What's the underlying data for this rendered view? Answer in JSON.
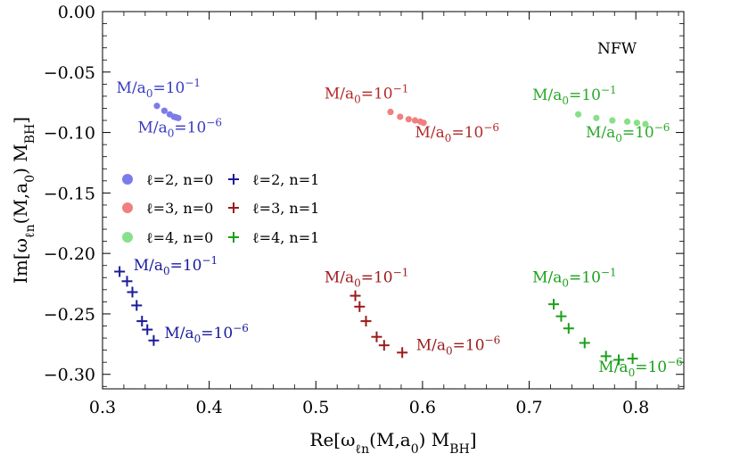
{
  "chart_data": {
    "type": "scatter",
    "title": "",
    "xlabel": "Re[ωℓn(M,a0) MBH]",
    "ylabel": "Im[ωℓn(M,a0) MBH]",
    "xlim": [
      0.3,
      0.845
    ],
    "ylim": [
      -0.312,
      0.0
    ],
    "x_ticks": [
      0.3,
      0.4,
      0.5,
      0.6,
      0.7,
      0.8
    ],
    "x_tick_labels": [
      "0.3",
      "0.4",
      "0.5",
      "0.6",
      "0.7",
      "0.8"
    ],
    "y_ticks": [
      0.0,
      -0.05,
      -0.1,
      -0.15,
      -0.2,
      -0.25,
      -0.3
    ],
    "y_tick_labels": [
      "0.00",
      "−0.05",
      "−0.10",
      "−0.15",
      "−0.20",
      "−0.25",
      "−0.30"
    ],
    "grid": false,
    "legend_position": "center-left",
    "profile_label": "NFW",
    "series": [
      {
        "name": "ℓ=2, n=0",
        "marker": "circle",
        "color": "#7b7bea",
        "x": [
          0.351,
          0.358,
          0.363,
          0.367,
          0.369,
          0.371
        ],
        "y": [
          -0.078,
          -0.082,
          -0.085,
          -0.087,
          -0.0875,
          -0.088
        ]
      },
      {
        "name": "ℓ=2, n=1",
        "marker": "plus",
        "color": "#1a1a9a",
        "x": [
          0.316,
          0.323,
          0.328,
          0.332,
          0.337,
          0.342,
          0.348
        ],
        "y": [
          -0.215,
          -0.223,
          -0.232,
          -0.243,
          -0.256,
          -0.263,
          -0.272
        ]
      },
      {
        "name": "ℓ=3, n=0",
        "marker": "circle",
        "color": "#f08080",
        "x": [
          0.57,
          0.579,
          0.587,
          0.593,
          0.598,
          0.601
        ],
        "y": [
          -0.083,
          -0.087,
          -0.089,
          -0.09,
          -0.091,
          -0.092
        ]
      },
      {
        "name": "ℓ=3, n=1",
        "marker": "plus",
        "color": "#9a1a1a",
        "x": [
          0.537,
          0.541,
          0.547,
          0.557,
          0.564,
          0.581
        ],
        "y": [
          -0.235,
          -0.244,
          -0.256,
          -0.269,
          -0.276,
          -0.282
        ]
      },
      {
        "name": "ℓ=4, n=0",
        "marker": "circle",
        "color": "#88e088",
        "x": [
          0.746,
          0.763,
          0.778,
          0.792,
          0.801,
          0.809
        ],
        "y": [
          -0.085,
          -0.088,
          -0.09,
          -0.091,
          -0.092,
          -0.093
        ]
      },
      {
        "name": "ℓ=4, n=1",
        "marker": "plus",
        "color": "#1aa01a",
        "x": [
          0.723,
          0.73,
          0.737,
          0.752,
          0.772,
          0.784,
          0.797
        ],
        "y": [
          -0.242,
          -0.252,
          -0.262,
          -0.274,
          -0.285,
          -0.288,
          -0.287
        ]
      }
    ],
    "annotations": [
      {
        "id": "l2n0-top",
        "base": "M/a",
        "sub": "0",
        "eq": "=10",
        "sup": "−1",
        "color": "#3a3ac0",
        "x": 0.313,
        "y": -0.067
      },
      {
        "id": "l2n0-bot",
        "base": "M/a",
        "sub": "0",
        "eq": "=10",
        "sup": "−6",
        "color": "#3a3ac0",
        "x": 0.333,
        "y": -0.1
      },
      {
        "id": "l3n0-top",
        "base": "M/a",
        "sub": "0",
        "eq": "=10",
        "sup": "−1",
        "color": "#b22a2a",
        "x": 0.508,
        "y": -0.072
      },
      {
        "id": "l3n0-bot",
        "base": "M/a",
        "sub": "0",
        "eq": "=10",
        "sup": "−6",
        "color": "#b22a2a",
        "x": 0.593,
        "y": -0.104
      },
      {
        "id": "l4n0-top",
        "base": "M/a",
        "sub": "0",
        "eq": "=10",
        "sup": "−1",
        "color": "#2aa82a",
        "x": 0.703,
        "y": -0.073
      },
      {
        "id": "l4n0-bot",
        "base": "M/a",
        "sub": "0",
        "eq": "=10",
        "sup": "−6",
        "color": "#2aa82a",
        "x": 0.753,
        "y": -0.104
      },
      {
        "id": "l2n1-top",
        "base": "M/a",
        "sub": "0",
        "eq": "=10",
        "sup": "−1",
        "color": "#1a1a9a",
        "x": 0.329,
        "y": -0.214
      },
      {
        "id": "l2n1-bot",
        "base": "M/a",
        "sub": "0",
        "eq": "=10",
        "sup": "−6",
        "color": "#1a1a9a",
        "x": 0.358,
        "y": -0.27
      },
      {
        "id": "l3n1-top",
        "base": "M/a",
        "sub": "0",
        "eq": "=10",
        "sup": "−1",
        "color": "#9a1a1a",
        "x": 0.508,
        "y": -0.224
      },
      {
        "id": "l3n1-bot",
        "base": "M/a",
        "sub": "0",
        "eq": "=10",
        "sup": "−6",
        "color": "#9a1a1a",
        "x": 0.594,
        "y": -0.28
      },
      {
        "id": "l4n1-top",
        "base": "M/a",
        "sub": "0",
        "eq": "=10",
        "sup": "−1",
        "color": "#1aa01a",
        "x": 0.703,
        "y": -0.224
      },
      {
        "id": "l4n1-bot",
        "base": "M/a",
        "sub": "0",
        "eq": "=10",
        "sup": "−6",
        "color": "#1aa01a",
        "x": 0.765,
        "y": -0.298
      }
    ]
  }
}
